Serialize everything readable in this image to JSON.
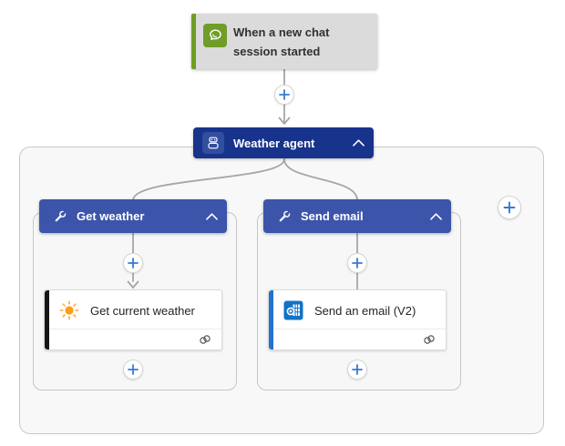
{
  "trigger": {
    "title": "When a new chat session started",
    "icon": "chat-bubble",
    "accent_color": "#6f9d27",
    "bg_color": "#dbdbdb"
  },
  "agent": {
    "label": "Weather agent",
    "icon": "bot",
    "bg_color": "#18338b",
    "collapse_state": "expanded"
  },
  "branches": [
    {
      "label": "Get weather",
      "icon": "wrench",
      "header_color": "#3c55ab",
      "collapse_state": "expanded",
      "action": {
        "title": "Get current weather",
        "icon": "sun",
        "accent_color": "#161616"
      }
    },
    {
      "label": "Send email",
      "icon": "wrench",
      "header_color": "#3c55ab",
      "collapse_state": "expanded",
      "action": {
        "title": "Send an email (V2)",
        "icon": "outlook",
        "accent_color": "#2272cf"
      }
    }
  ],
  "colors": {
    "connector": "#a6a6a6",
    "plus_blue": "#3779d6",
    "canvas_panel": "#f8f8f8",
    "outlook_blue": "#1272c8",
    "sun_orange": "#f5a01a"
  }
}
